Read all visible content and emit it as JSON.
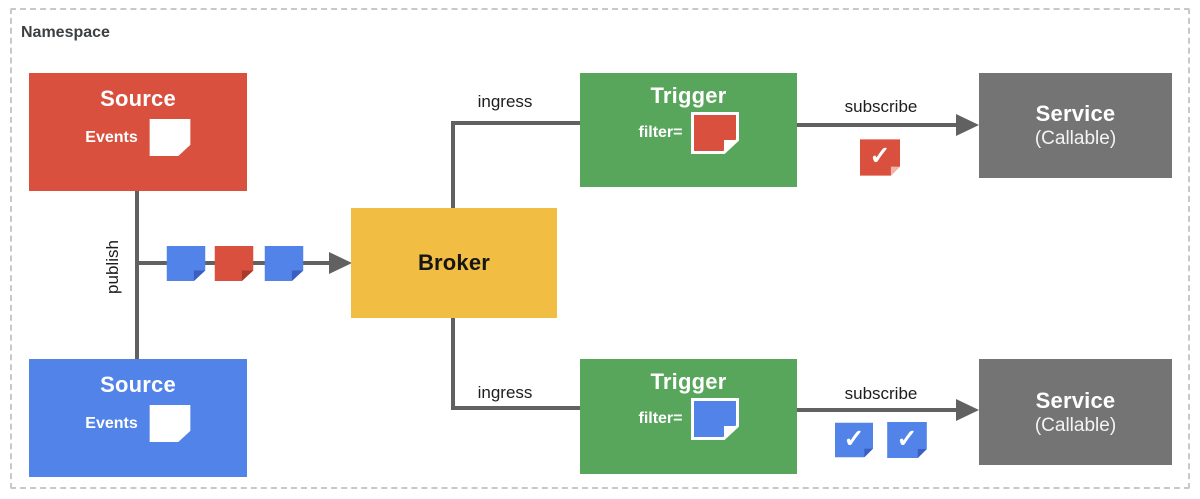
{
  "namespace_label": "Namespace",
  "colors": {
    "red": "#d9503f",
    "blue": "#5183e8",
    "yellow": "#f1bd42",
    "green": "#58a55c",
    "gray": "#747474",
    "connector": "#616161",
    "frame_dash": "#c8c8c8",
    "label_text": "#1d1d1d"
  },
  "nodes": {
    "sources": [
      {
        "title": "Source",
        "events_label": "Events",
        "color": "#d9503f"
      },
      {
        "title": "Source",
        "events_label": "Events",
        "color": "#5183e8"
      }
    ],
    "broker": {
      "title": "Broker",
      "color": "#f1bd42"
    },
    "triggers": [
      {
        "title": "Trigger",
        "filter_label": "filter=",
        "filter_color": "#d9503f"
      },
      {
        "title": "Trigger",
        "filter_label": "filter=",
        "filter_color": "#5183e8"
      }
    ],
    "services": [
      {
        "title": "Service",
        "subtitle": "(Callable)"
      },
      {
        "title": "Service",
        "subtitle": "(Callable)"
      }
    ]
  },
  "edges": {
    "publish": "publish",
    "ingress_top": "ingress",
    "ingress_bottom": "ingress",
    "subscribe_top": "subscribe",
    "subscribe_bottom": "subscribe"
  },
  "event_stream": [
    "blue",
    "red",
    "blue"
  ],
  "delivered_events": {
    "top": [
      "red"
    ],
    "bottom": [
      "blue",
      "blue"
    ]
  },
  "checkmark": "✓"
}
